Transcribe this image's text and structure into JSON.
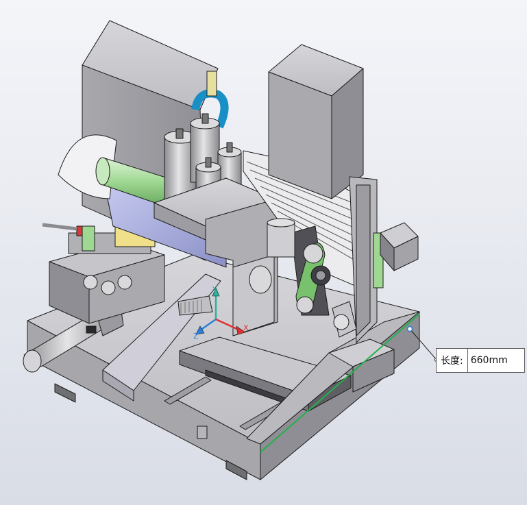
{
  "viewport": {
    "background_top": "#f4f5f9",
    "background_bottom": "#d9dde6",
    "model_gray": "#bfbfc3",
    "edge_color": "#1c1c1c",
    "highlight_edge_color": "#22b14c",
    "triad_colors": {
      "x": "#e03030",
      "y": "#2bb1a0",
      "z": "#2c7fd8"
    }
  },
  "triad": {
    "x_label": "X",
    "y_label": "Y",
    "z_label": "Z"
  },
  "measure_callout": {
    "label": "长度:",
    "value": "660mm"
  }
}
